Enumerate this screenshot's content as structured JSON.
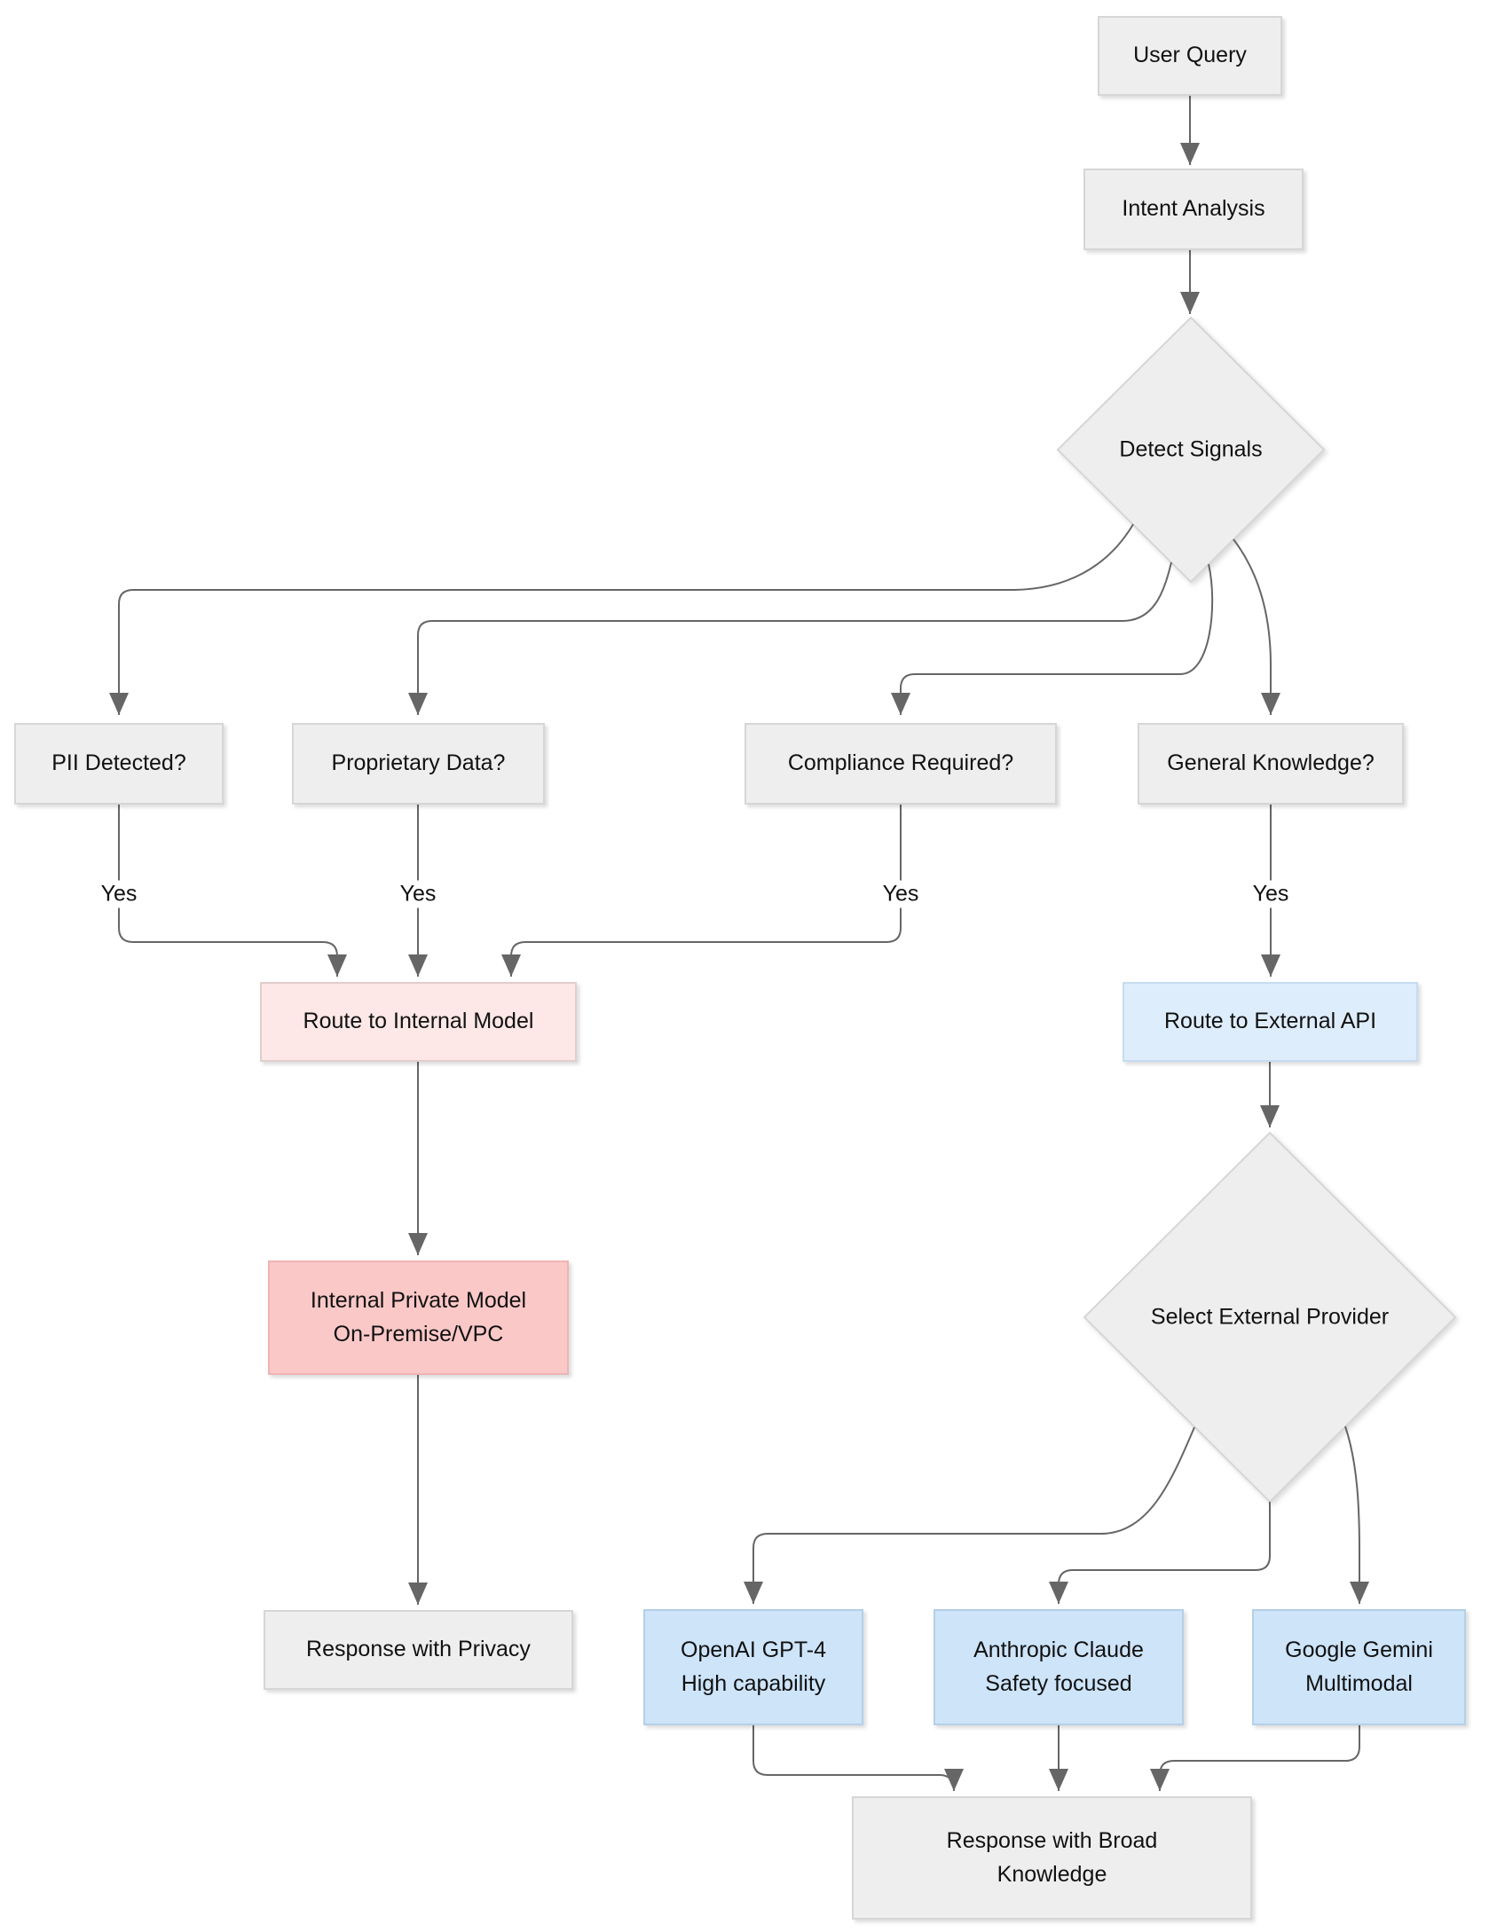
{
  "diagram": {
    "type": "flowchart",
    "nodes": {
      "user_query": {
        "label": "User Query"
      },
      "intent_analysis": {
        "label": "Intent Analysis"
      },
      "detect_signals": {
        "label": "Detect Signals"
      },
      "pii": {
        "label": "PII Detected?"
      },
      "proprietary": {
        "label": "Proprietary Data?"
      },
      "compliance": {
        "label": "Compliance Required?"
      },
      "general": {
        "label": "General Knowledge?"
      },
      "route_internal": {
        "label": "Route to Internal Model"
      },
      "route_external": {
        "label": "Route to External API"
      },
      "internal_private": {
        "line1": "Internal Private Model",
        "line2": "On-Premise/VPC"
      },
      "select_provider": {
        "label": "Select External Provider"
      },
      "response_privacy": {
        "label": "Response with Privacy"
      },
      "openai": {
        "line1": "OpenAI GPT-4",
        "line2": "High capability"
      },
      "anthropic": {
        "line1": "Anthropic Claude",
        "line2": "Safety focused"
      },
      "google": {
        "line1": "Google Gemini",
        "line2": "Multimodal"
      },
      "response_broad": {
        "line1": "Response with Broad",
        "line2": "Knowledge"
      }
    },
    "edge_labels": {
      "pii_yes": "Yes",
      "proprietary_yes": "Yes",
      "compliance_yes": "Yes",
      "general_yes": "Yes"
    },
    "edges": [
      {
        "from": "user_query",
        "to": "intent_analysis"
      },
      {
        "from": "intent_analysis",
        "to": "detect_signals"
      },
      {
        "from": "detect_signals",
        "to": "pii"
      },
      {
        "from": "detect_signals",
        "to": "proprietary"
      },
      {
        "from": "detect_signals",
        "to": "compliance"
      },
      {
        "from": "detect_signals",
        "to": "general"
      },
      {
        "from": "pii",
        "to": "route_internal",
        "label": "Yes"
      },
      {
        "from": "proprietary",
        "to": "route_internal",
        "label": "Yes"
      },
      {
        "from": "compliance",
        "to": "route_internal",
        "label": "Yes"
      },
      {
        "from": "general",
        "to": "route_external",
        "label": "Yes"
      },
      {
        "from": "route_internal",
        "to": "internal_private"
      },
      {
        "from": "internal_private",
        "to": "response_privacy"
      },
      {
        "from": "route_external",
        "to": "select_provider"
      },
      {
        "from": "select_provider",
        "to": "openai"
      },
      {
        "from": "select_provider",
        "to": "anthropic"
      },
      {
        "from": "select_provider",
        "to": "google"
      },
      {
        "from": "openai",
        "to": "response_broad"
      },
      {
        "from": "anthropic",
        "to": "response_broad"
      },
      {
        "from": "google",
        "to": "response_broad"
      }
    ],
    "colors": {
      "node_gray_fill": "#eeeeee",
      "node_gray_border": "#d6d6d6",
      "pink_light_fill": "#fde7e7",
      "pink_fill": "#fbc8c8",
      "blue_light_fill": "#deedfb",
      "blue_fill": "#cde4f9",
      "edge_stroke": "#666666",
      "text": "#111111",
      "background": "#ffffff"
    }
  }
}
